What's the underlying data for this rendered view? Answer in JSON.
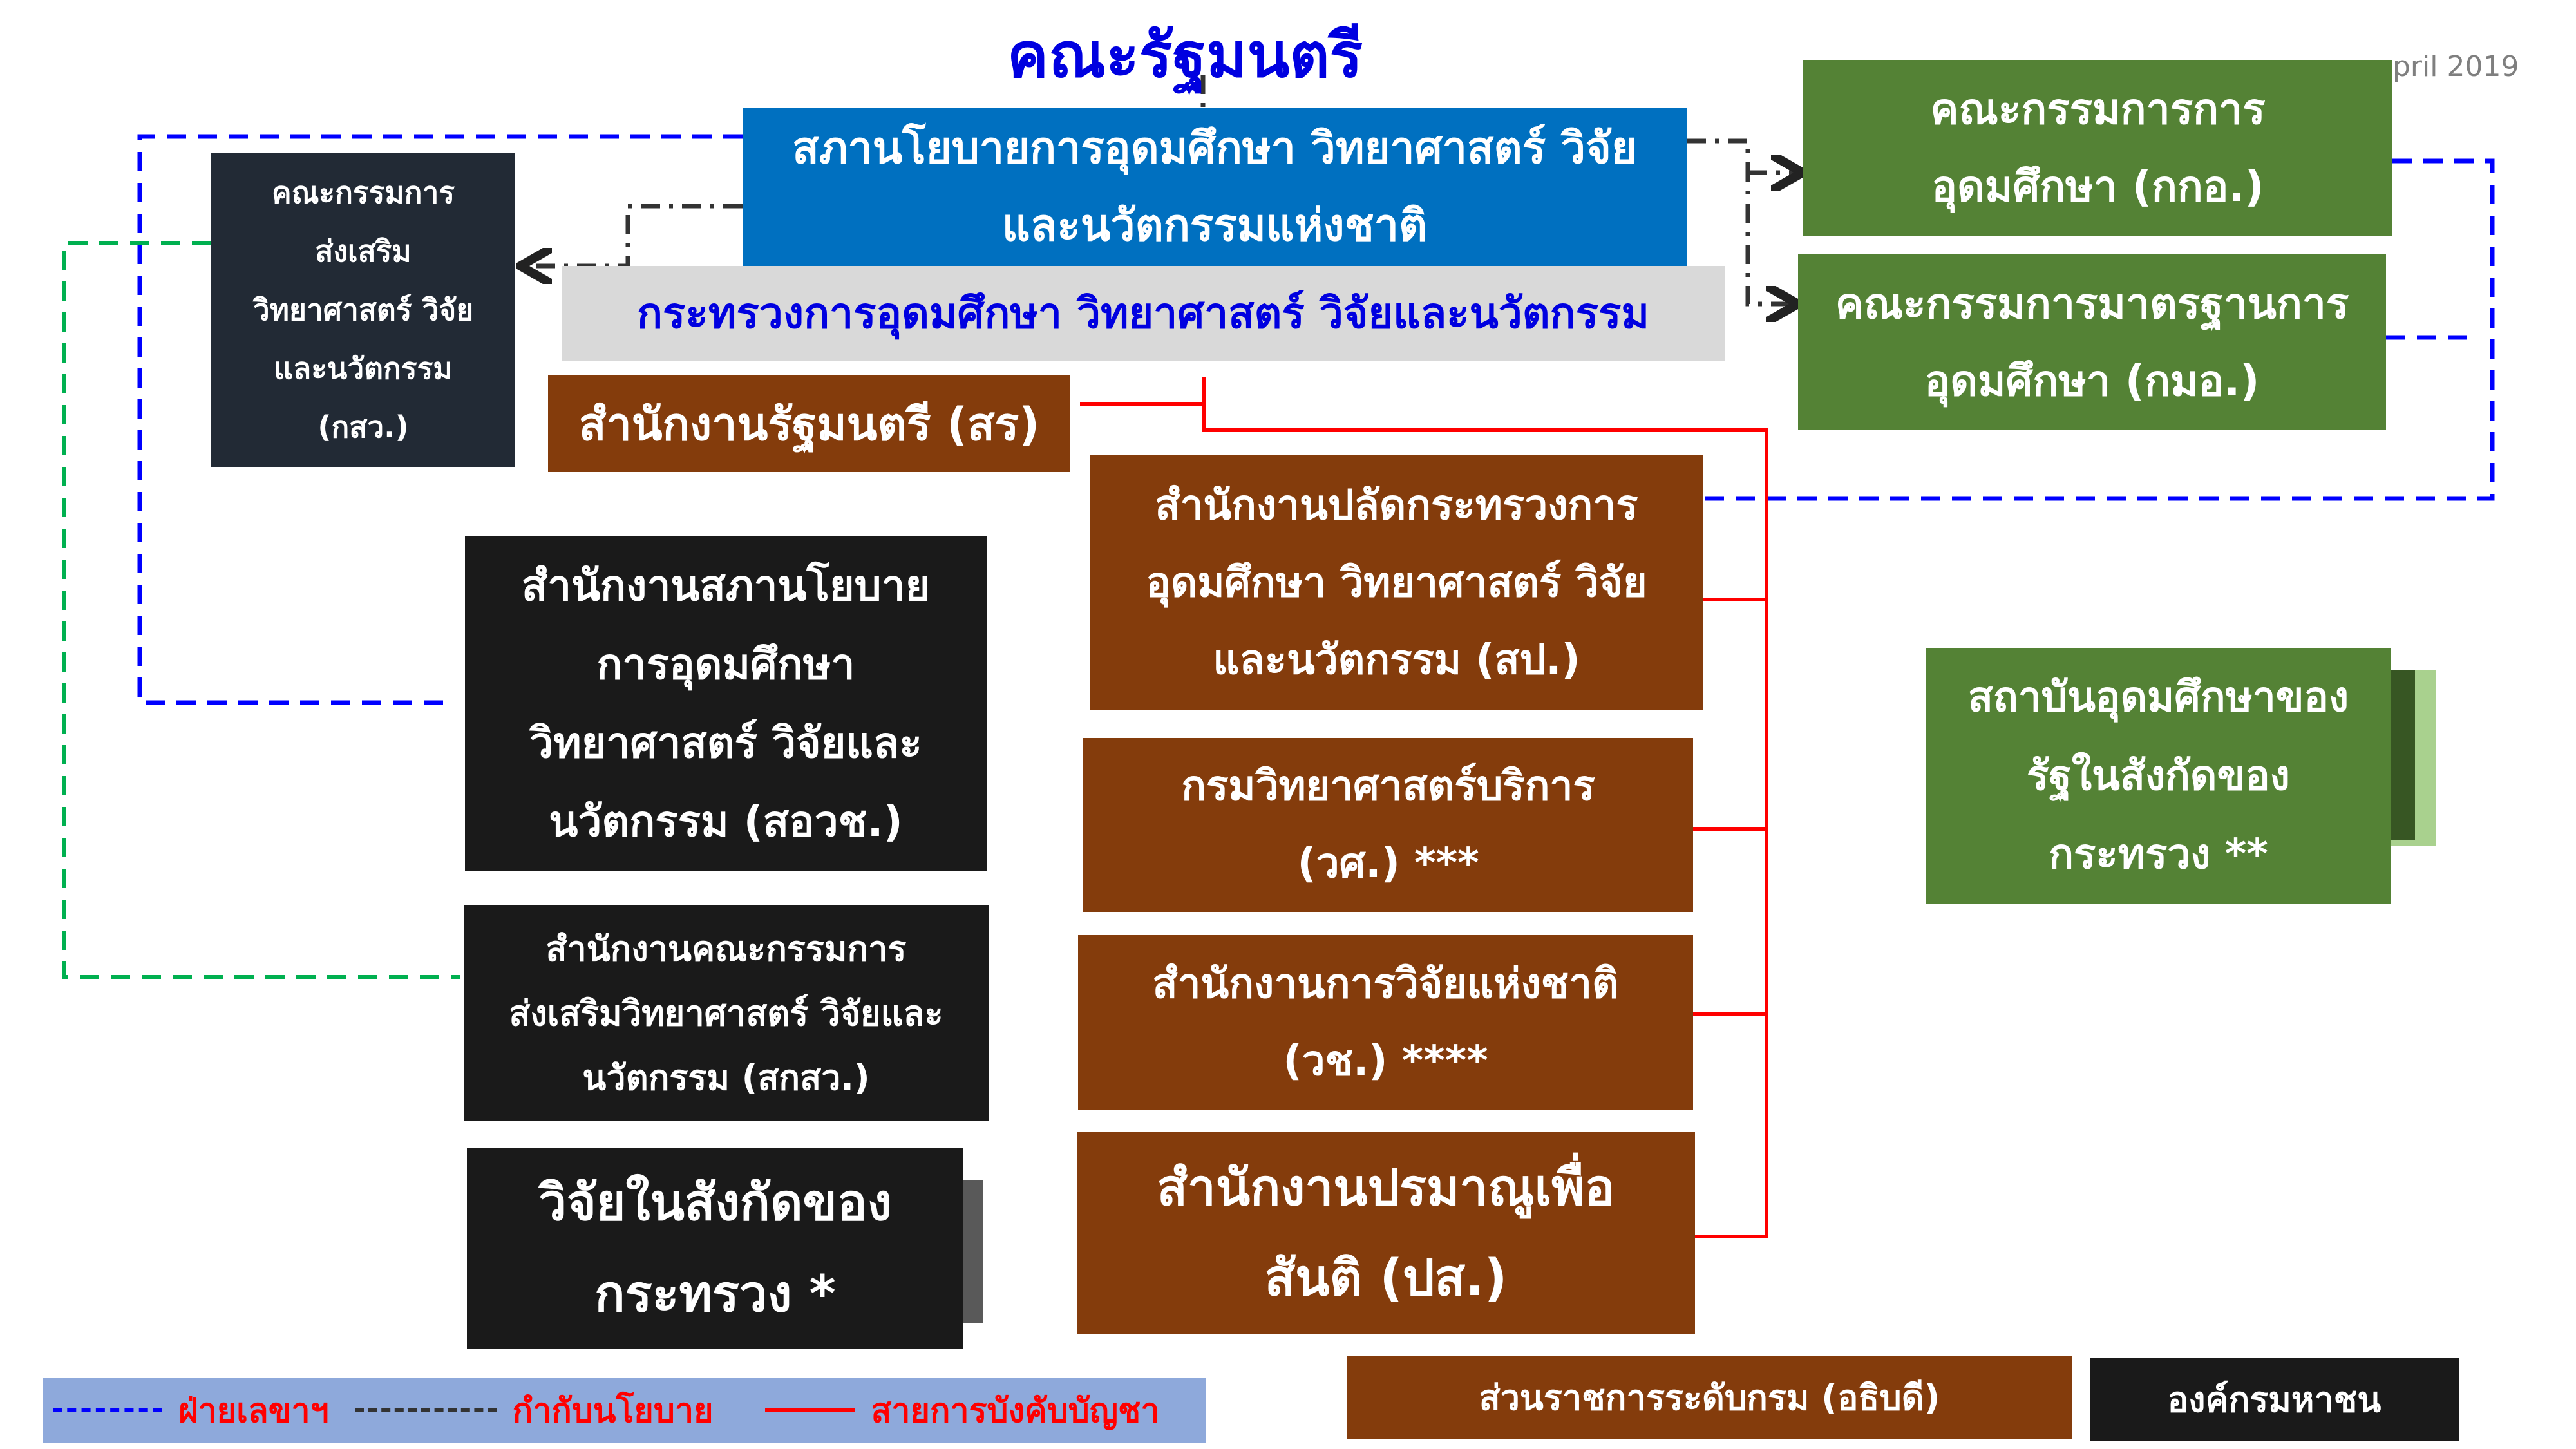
{
  "title": "คณะรัฐมนตรี",
  "date_fragment": "pril 2019",
  "colors": {
    "blue_box": "#0070C0",
    "gray_box": "#D9D9D9",
    "brown": "#843C0C",
    "green": "#548235",
    "dark": "#1A1A1A",
    "slate": "#222A35",
    "legend_bg": "#8EA9DB",
    "secretariat_line": "#0000FF",
    "command_line": "#FF0000",
    "policy_line": "#333333",
    "advisory_line": "#00B050"
  },
  "policy_council": [
    "สภานโยบายการอุดมศึกษา วิทยาศาสตร์ วิจัย",
    "และนวัตกรรมแห่งชาติ"
  ],
  "ministry": "กระทรวงการอุดมศึกษา วิทยาศาสตร์ วิจัยและนวัตกรรม",
  "promotion_committee": [
    "คณะกรรมการ",
    "ส่งเสริม",
    "วิทยาศาสตร์ วิจัย",
    "และนวัตกรรม",
    "(กสว.)"
  ],
  "minister_office": "สำนักงานรัฐมนตรี (สร)",
  "higher_ed_committee": [
    "คณะกรรมการการ",
    "อุดมศึกษา (กกอ.)"
  ],
  "standards_committee": [
    "คณะกรรมการมาตรฐานการ",
    "อุดมศึกษา (กมอ.)"
  ],
  "permanent_secretary": [
    "สำนักงานปลัดกระทรวงการ",
    "อุดมศึกษา วิทยาศาสตร์ วิจัย",
    "และนวัตกรรม (สป.)"
  ],
  "science_service": [
    "กรมวิทยาศาสตร์บริการ",
    "(วศ.) ***"
  ],
  "research_council": [
    "สำนักงานการวิจัยแห่งชาติ",
    "(วช.) ****"
  ],
  "atoms_peace": [
    "สำนักงานปรมาณูเพื่อ",
    "สันติ (ปส.)"
  ],
  "policy_office": [
    "สำนักงานสภานโยบาย",
    "การอุดมศึกษา",
    "วิทยาศาสตร์ วิจัยและ",
    "นวัตกรรม (สอวช.)"
  ],
  "tsri": [
    "สำนักงานคณะกรรมการ",
    "ส่งเสริมวิทยาศาสตร์ วิจัยและ",
    "นวัตกรรม (สกสว.)"
  ],
  "research_units": [
    "วิจัยในสังกัดของ",
    "กระทรวง *"
  ],
  "state_universities": [
    "สถาบันอุดมศึกษาของ",
    "รัฐในสังกัดของ",
    "กระทรวง   **"
  ],
  "legend": {
    "secretariat": "ฝ่ายเลขาฯ",
    "policy": "กำกับนโยบาย",
    "command": "สายการบังคับบัญชา"
  },
  "key_department": "ส่วนราชการระดับกรม (อธิบดี)",
  "key_public_org": "องค์กรมหาชน"
}
